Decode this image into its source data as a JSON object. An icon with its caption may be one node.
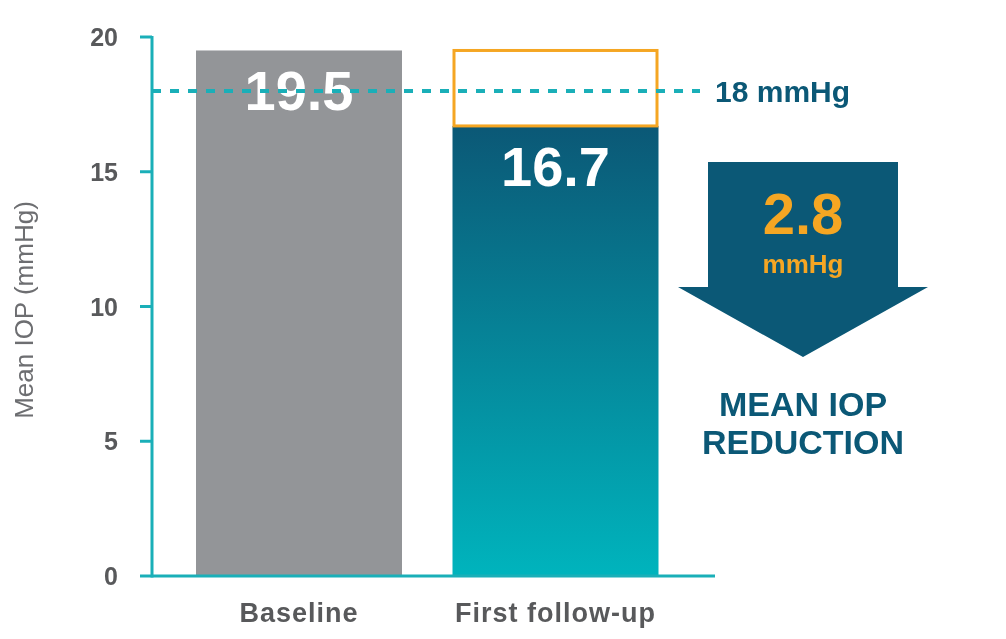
{
  "diagram": {
    "nodes": [
      {
        "text": [
          "2.8",
          "mmHg"
        ],
        "beside": [
          "MEAN IOP REDUCTION"
        ]
      }
    ],
    "chart_data": {
      "type": "bar",
      "ylabel": "Mean IOP (mmHg)",
      "categories": [
        "Baseline",
        "First follow-up"
      ],
      "series": [
        {
          "color": "#939598",
          "values": [
            19.5,
            null
          ]
        },
        {
          "color": "#0b5876",
          "values": [
            null,
            16.7
          ]
        },
        {
          "color": "#f5a623",
          "values": [
            null,
            2.8
          ]
        }
      ],
      "stacked": true,
      "ylim": [
        0,
        20
      ],
      "yticks": [
        0,
        5,
        10,
        15,
        20
      ],
      "value_labels": [
        [
          "19.5",
          null
        ],
        [
          null,
          "16.7"
        ],
        [
          null,
          null
        ]
      ],
      "ref_lines": [
        {
          "axis": "y",
          "value": 18,
          "label": "18 mmHg"
        }
      ]
    }
  }
}
